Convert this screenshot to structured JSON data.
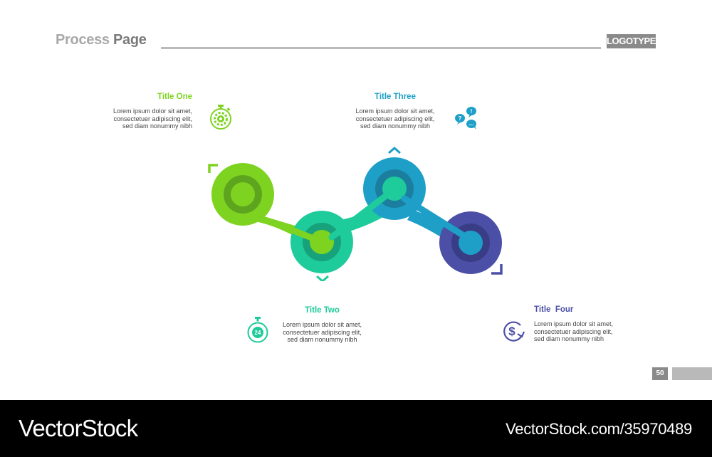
{
  "header": {
    "title_part1": "Process",
    "title_part2": "Page",
    "logo": "LOGOTYPE"
  },
  "steps": [
    {
      "title": "Title One",
      "lines": [
        "Lorem ipsum dolor sit amet,",
        "consectetuer adipiscing elit,",
        "sed diam nonummy nibh"
      ],
      "color": "#7ED321",
      "icon": "stopwatch-gear-icon"
    },
    {
      "title": "Title Two",
      "lines": [
        "Lorem ipsum dolor sit amet,",
        "consectetuer adipiscing elit,",
        "sed diam nonummy nibh"
      ],
      "color": "#1ECB9A",
      "icon": "stopwatch-24-icon"
    },
    {
      "title": "Title Three",
      "lines": [
        "Lorem ipsum dolor sit amet,",
        "consectetuer adipiscing elit,",
        "sed diam nonummy nibh"
      ],
      "color": "#1E9FC7",
      "icon": "chat-bubbles-icon"
    },
    {
      "title": "Title  Four",
      "lines": [
        "Lorem ipsum dolor sit amet,",
        "consectetuer adipiscing elit,",
        "sed diam nonummy nibh"
      ],
      "color": "#4B4FA6",
      "icon": "dollar-refresh-icon"
    }
  ],
  "page_number": "50",
  "footer": {
    "brand": "VectorStock",
    "url": "VectorStock.com/35970489"
  }
}
